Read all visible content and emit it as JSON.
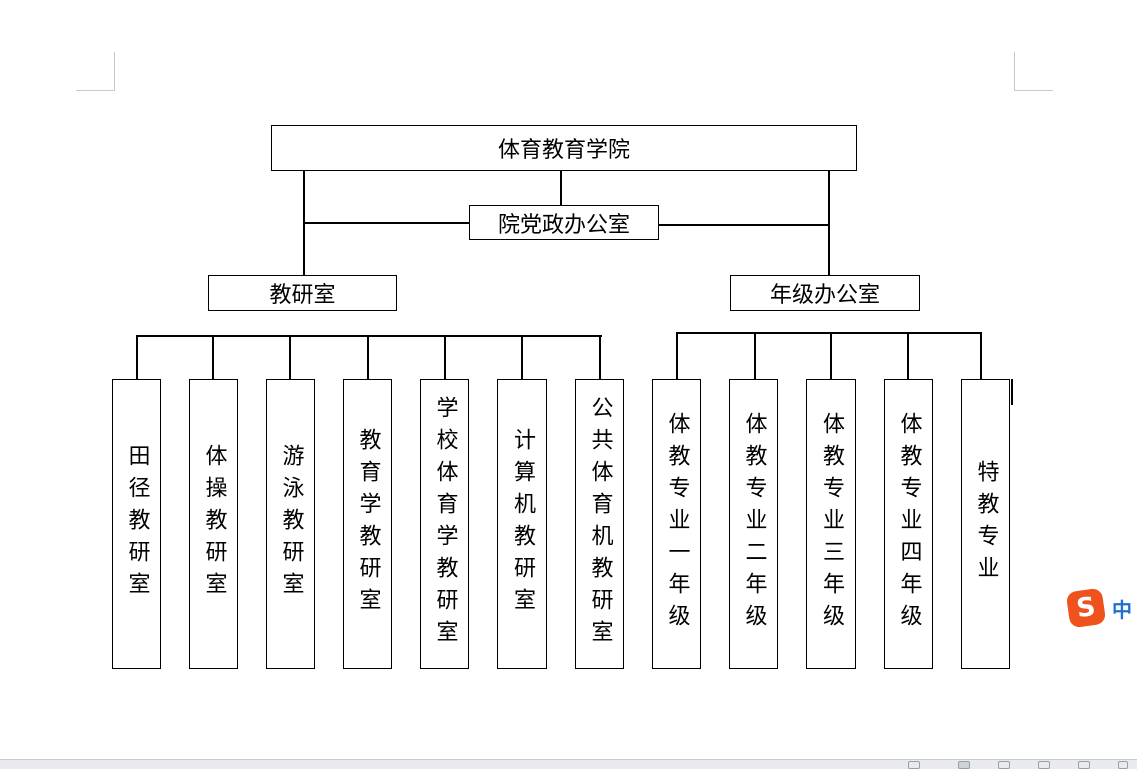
{
  "org_chart": {
    "root": "体育教育学院",
    "office": "院党政办公室",
    "branches": [
      {
        "label": "教研室",
        "children": [
          "田径教研室",
          "体操教研室",
          "游泳教研室",
          "教育学教研室",
          "学校体育学教研室",
          "计算机教研室",
          "公共体育机教研室"
        ]
      },
      {
        "label": "年级办公室",
        "children": [
          "体教专业一年级",
          "体教专业二年级",
          "体教专业三年级",
          "体教专业四年级",
          "特教专业"
        ]
      }
    ]
  },
  "ime": {
    "logo": "S",
    "mode_label": "中"
  }
}
